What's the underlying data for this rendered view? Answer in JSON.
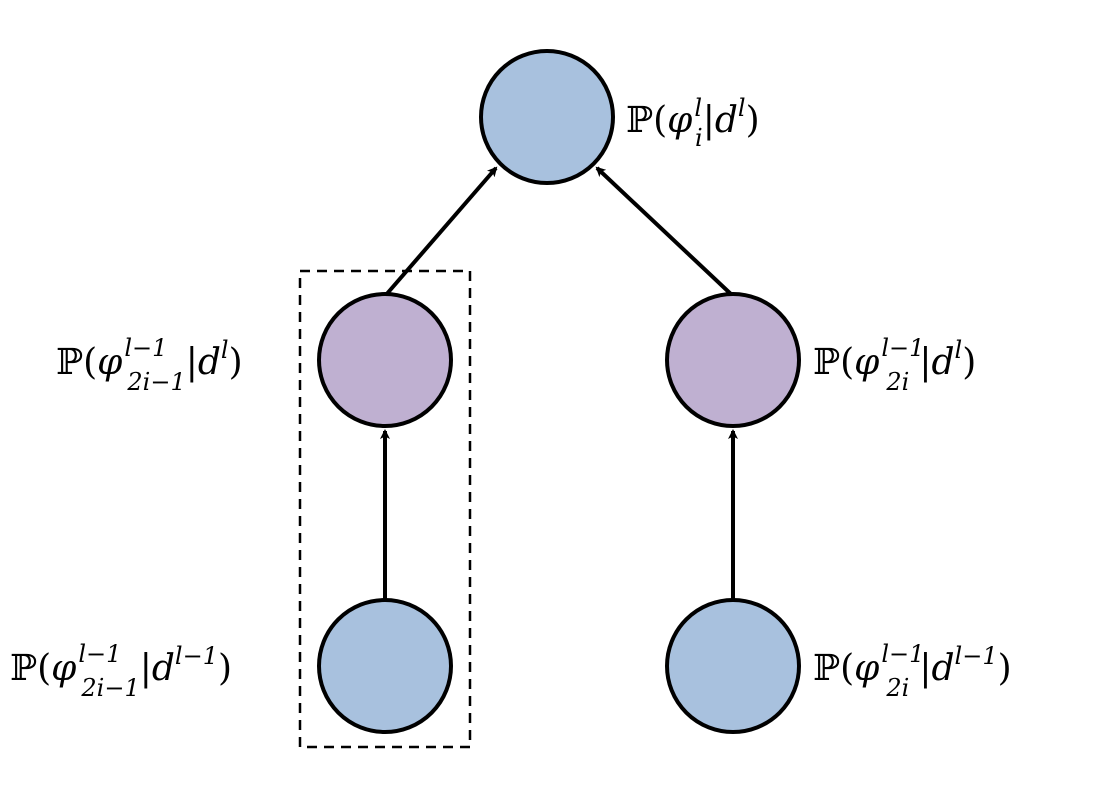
{
  "colors": {
    "blue_node": "#a8c1de",
    "purple_node": "#bfb0d1",
    "stroke": "#000000"
  },
  "nodes": {
    "top": {
      "color_key": "blue_node",
      "label": {
        "P": "ℙ(",
        "phi": "φ",
        "sup": "l",
        "sub": "i",
        "mid": "|d",
        "sup2": "l",
        "close": ")"
      }
    },
    "mid_left": {
      "color_key": "purple_node",
      "label": {
        "P": "ℙ(",
        "phi": "φ",
        "sup": "l−1",
        "sub": "2i−1",
        "mid": "|d",
        "sup2": "l",
        "close": ")"
      }
    },
    "mid_right": {
      "color_key": "purple_node",
      "label": {
        "P": "ℙ(",
        "phi": "φ",
        "sup": "l−1",
        "sub": "2i",
        "mid": "|d",
        "sup2": "l",
        "close": ")"
      }
    },
    "bot_left": {
      "color_key": "blue_node",
      "label": {
        "P": "ℙ(",
        "phi": "φ",
        "sup": "l−1",
        "sub": "2i−1",
        "mid": "|d",
        "sup2": "l−1",
        "close": ")"
      }
    },
    "bot_right": {
      "color_key": "blue_node",
      "label": {
        "P": "ℙ(",
        "phi": "φ",
        "sup": "l−1",
        "sub": "2i",
        "mid": "|d",
        "sup2": "l−1",
        "close": ")"
      }
    }
  },
  "edges": [
    {
      "from": "mid_left",
      "to": "top"
    },
    {
      "from": "mid_right",
      "to": "top"
    },
    {
      "from": "bot_left",
      "to": "mid_left"
    },
    {
      "from": "bot_right",
      "to": "mid_right"
    }
  ],
  "dashed_box": {
    "encloses": [
      "mid_left",
      "bot_left"
    ]
  }
}
